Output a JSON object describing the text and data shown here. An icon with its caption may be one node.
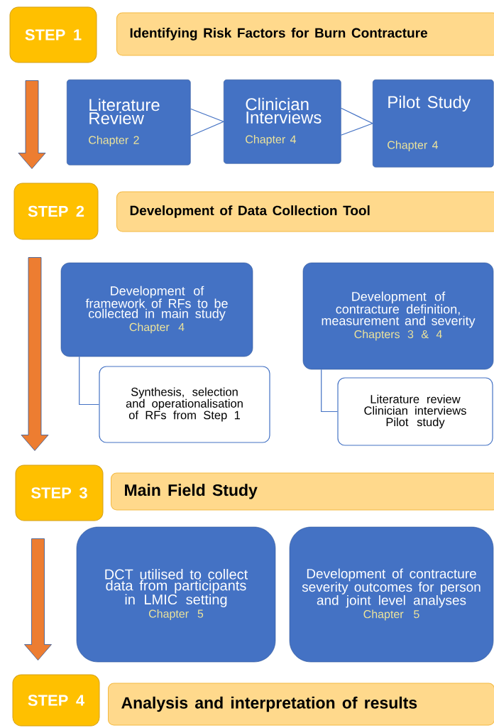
{
  "diagram": {
    "nodes": [
      {
        "text": [
          "STEP 1"
        ]
      },
      {
        "text": [
          "Identifying Risk Factors for Burn Contracture"
        ]
      },
      {
        "text": [
          "Literature Review",
          "Chapter 2"
        ]
      },
      {
        "text": [
          "Clinician Interviews",
          "Chapter 4"
        ]
      },
      {
        "text": [
          "Pilot Study",
          "Chapter 4"
        ]
      },
      {
        "text": [
          "STEP 2"
        ]
      },
      {
        "text": [
          "Development of Data Collection Tool"
        ]
      },
      {
        "text": [
          "Development of framework of RFs to be collected in main study",
          "Chapter 4"
        ]
      },
      {
        "text": [
          "Synthesis, selection and operationalisation of RFs from Step 1"
        ]
      },
      {
        "text": [
          "Development of contracture definition, measurement and severity",
          "Chapters 3 & 4"
        ]
      },
      {
        "text": [
          "Literature review",
          "Clinician interviews",
          "Pilot study"
        ]
      },
      {
        "text": [
          "STEP 3"
        ]
      },
      {
        "text": [
          "Main Field Study"
        ]
      },
      {
        "text": [
          "DCT utilised to collect data from participants in LMIC setting",
          "Chapter 5"
        ]
      },
      {
        "text": [
          "Development of contracture severity outcomes for person and joint level analyses",
          "Chapter 5"
        ]
      },
      {
        "text": [
          "STEP 4"
        ]
      },
      {
        "text": [
          "Analysis and interpretation of results"
        ]
      }
    ],
    "edges": [
      {
        "from": 2,
        "to": 3,
        "arrow": "to"
      },
      {
        "from": 3,
        "to": 4,
        "arrow": "to"
      },
      {
        "from": 7,
        "to": 8,
        "arrow": "none"
      },
      {
        "from": 9,
        "to": 10,
        "arrow": "none"
      },
      {
        "from": 0,
        "to": 5,
        "arrow": "to",
        "color": "#ed7d31"
      },
      {
        "from": 5,
        "to": 11,
        "arrow": "to",
        "color": "#ed7d31"
      },
      {
        "from": 11,
        "to": 15,
        "arrow": "to",
        "color": "#ed7d31"
      }
    ]
  }
}
